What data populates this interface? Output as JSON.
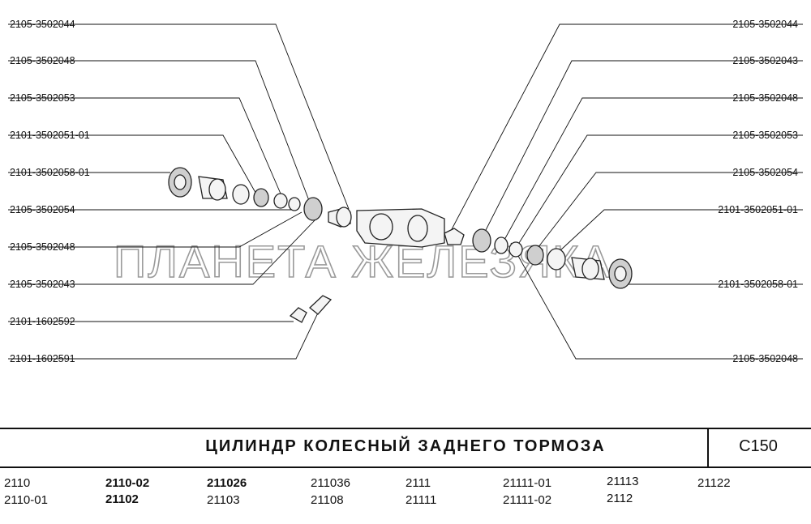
{
  "diagram": {
    "left_labels": [
      "2105-3502044",
      "2105-3502048",
      "2105-3502053",
      "2101-3502051-01",
      "2101-3502058-01",
      "2105-3502054",
      "2105-3502048",
      "2105-3502043",
      "2101-1602592",
      "2101-1602591"
    ],
    "right_labels": [
      "2105-3502044",
      "2105-3502043",
      "2105-3502048",
      "2105-3502053",
      "2105-3502054",
      "2101-3502051-01",
      "2101-3502058-01",
      "2105-3502048"
    ],
    "watermark": "ПЛАНЕТА ЖЕЛЕЗЯКА"
  },
  "footer": {
    "title": "ЦИЛИНДР КОЛЕСНЫЙ ЗАДНЕГО ТОРМОЗА",
    "code": "С150",
    "models_row1": [
      "2110",
      "2110-02",
      "211026",
      "211036",
      "2111",
      "21111-01",
      "21113",
      "21122"
    ],
    "models_row2": [
      "2110-01",
      "21102",
      "21103",
      "21108",
      "21111",
      "21111-02",
      "2112"
    ]
  }
}
